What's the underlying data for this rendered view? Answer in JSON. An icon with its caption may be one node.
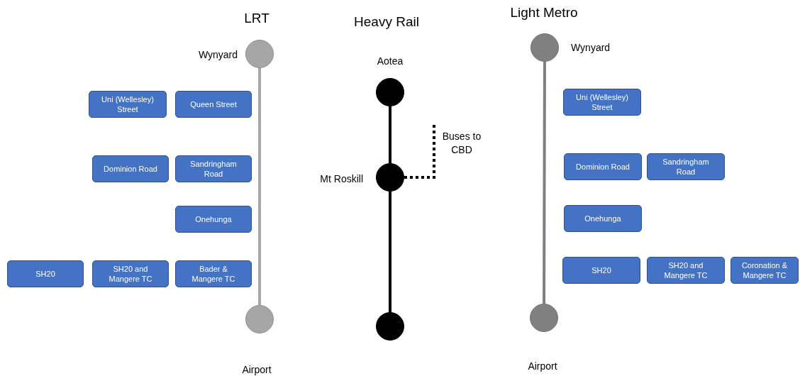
{
  "diagram": {
    "nodes": [
      {
        "text": [],
        "shape": "circle",
        "beside": [
          "Wynyard"
        ]
      },
      {
        "text": [
          "Uni (Wellesley) Street"
        ]
      },
      {
        "text": [
          "Queen Street"
        ]
      },
      {
        "text": [
          "Dominion Road"
        ]
      },
      {
        "text": [
          "Sandringham Road"
        ]
      },
      {
        "text": [
          "Onehunga"
        ]
      },
      {
        "text": [
          "SH20"
        ]
      },
      {
        "text": [
          "SH20 and Mangere TC"
        ]
      },
      {
        "text": [
          "Bader & Mangere TC"
        ]
      },
      {
        "text": [],
        "shape": "circle",
        "beside": [
          "Airport"
        ]
      },
      {
        "text": [],
        "shape": "circle",
        "beside": [
          "Aotea"
        ]
      },
      {
        "text": [],
        "shape": "circle",
        "beside": [
          "Mt Roskill"
        ]
      },
      {
        "text": [],
        "shape": "circle"
      },
      {
        "text": [],
        "shape": "circle",
        "beside": [
          "Wynyard"
        ]
      },
      {
        "text": [
          "Uni (Wellesley) Street"
        ]
      },
      {
        "text": [
          "Dominion Road"
        ]
      },
      {
        "text": [
          "Sandringham Road"
        ]
      },
      {
        "text": [
          "Onehunga"
        ]
      },
      {
        "text": [
          "SH20"
        ]
      },
      {
        "text": [
          "SH20 and Mangere TC"
        ]
      },
      {
        "text": [
          "Coronation & Mangere TC"
        ]
      },
      {
        "text": [],
        "shape": "circle",
        "beside": [
          "Airport"
        ]
      }
    ],
    "edges": [
      {
        "from": 0,
        "to": 9,
        "arrow": "none",
        "color": "#a6a6a6"
      },
      {
        "from": 10,
        "to": 11,
        "arrow": "none",
        "color": "#000000"
      },
      {
        "from": 11,
        "to": 12,
        "arrow": "none",
        "color": "#000000"
      },
      {
        "from": 11,
        "to": null,
        "arrow": "none",
        "style": "dashed",
        "color": "#000000",
        "label": "Buses to CBD"
      },
      {
        "from": 13,
        "to": 21,
        "arrow": "none",
        "color": "#7f7f7f"
      }
    ],
    "labels": [
      "LRT",
      "Heavy Rail",
      "Light Metro"
    ]
  }
}
